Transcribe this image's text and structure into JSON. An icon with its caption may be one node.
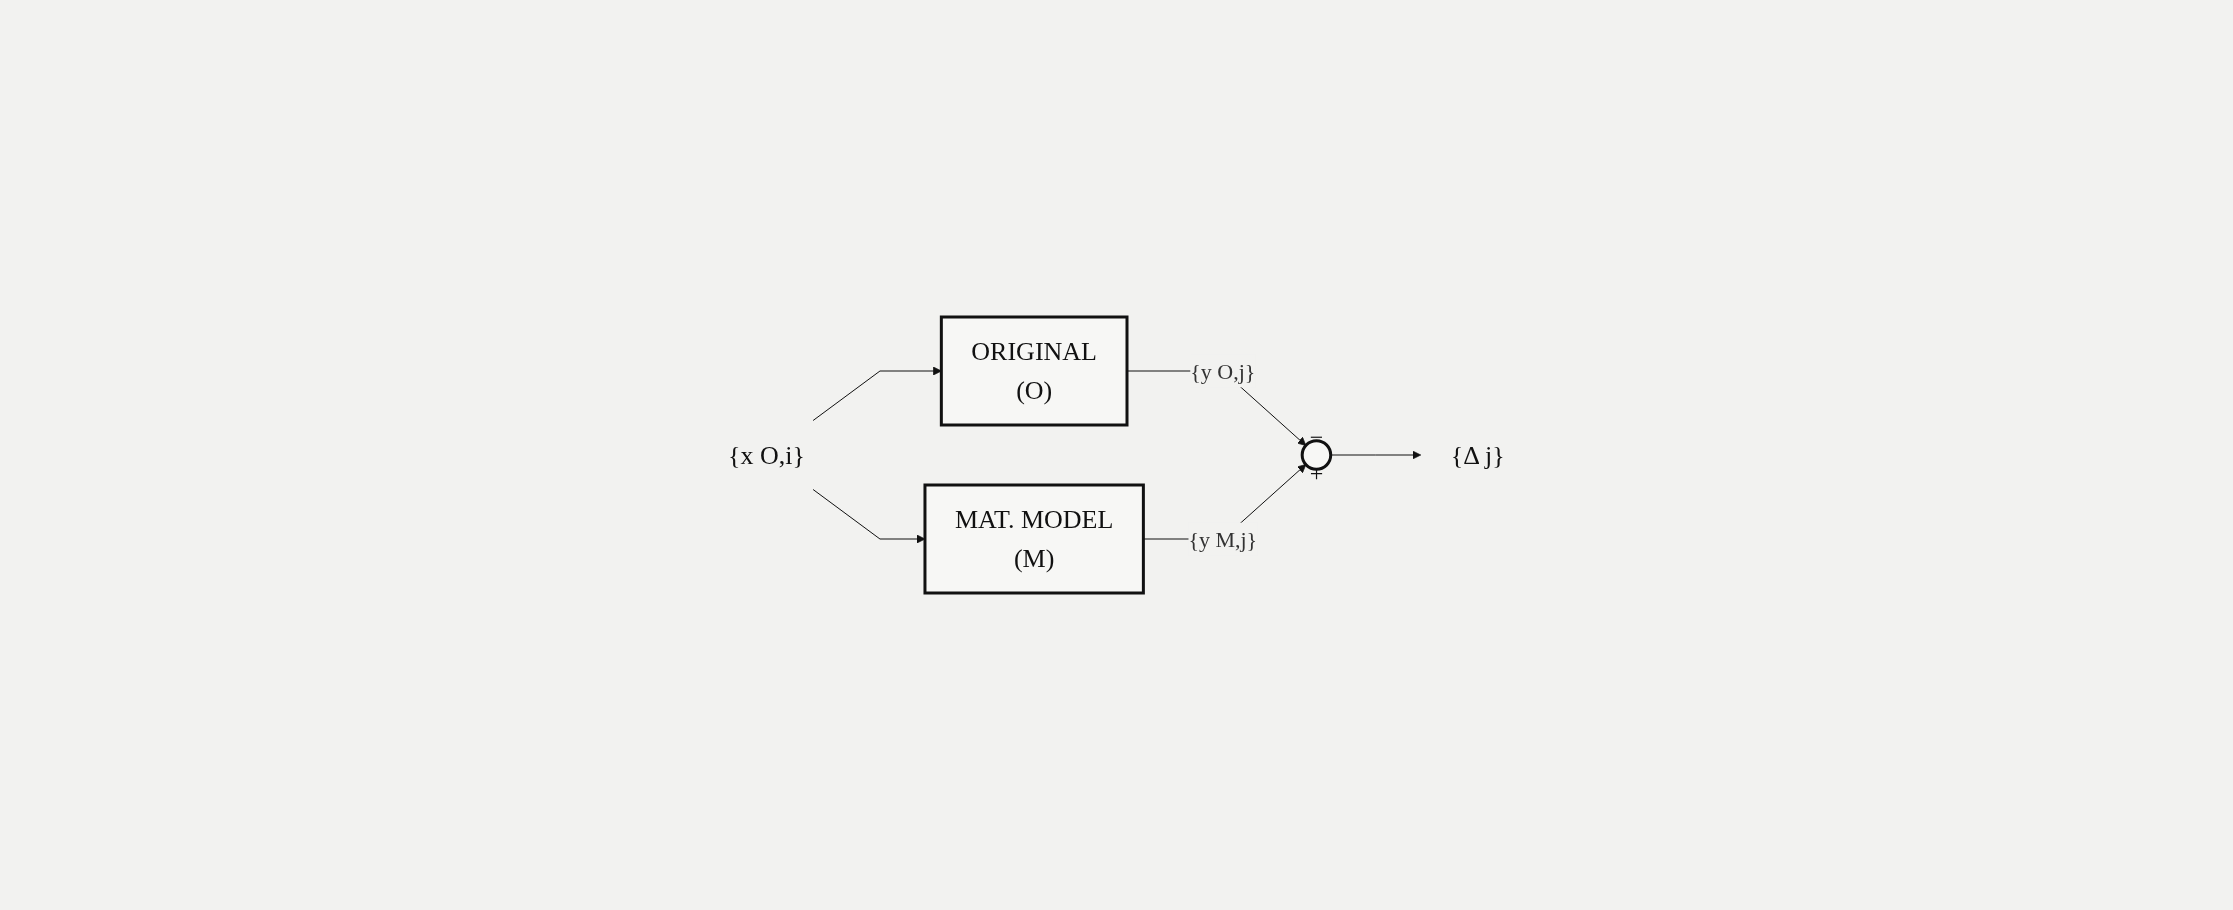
{
  "diagram": {
    "nodes": [
      {
        "text": [
          "{x O,i}"
        ]
      },
      {
        "text": [
          "ORIGINAL",
          "(O)"
        ]
      },
      {
        "text": [
          "MAT. MODEL",
          "(M)"
        ]
      },
      {
        "text": [
          "−",
          "+"
        ]
      },
      {
        "text": [
          "{Δ j}"
        ]
      }
    ],
    "edges": [
      {
        "from": 0,
        "to": 1,
        "arrow": "to"
      },
      {
        "from": 0,
        "to": 2,
        "arrow": "to"
      },
      {
        "from": 1,
        "to": 3,
        "arrow": "to",
        "label": "{y O,j}"
      },
      {
        "from": 2,
        "to": 3,
        "arrow": "to",
        "label": "{y M,j}"
      },
      {
        "from": 3,
        "to": 4,
        "arrow": "to"
      }
    ]
  }
}
